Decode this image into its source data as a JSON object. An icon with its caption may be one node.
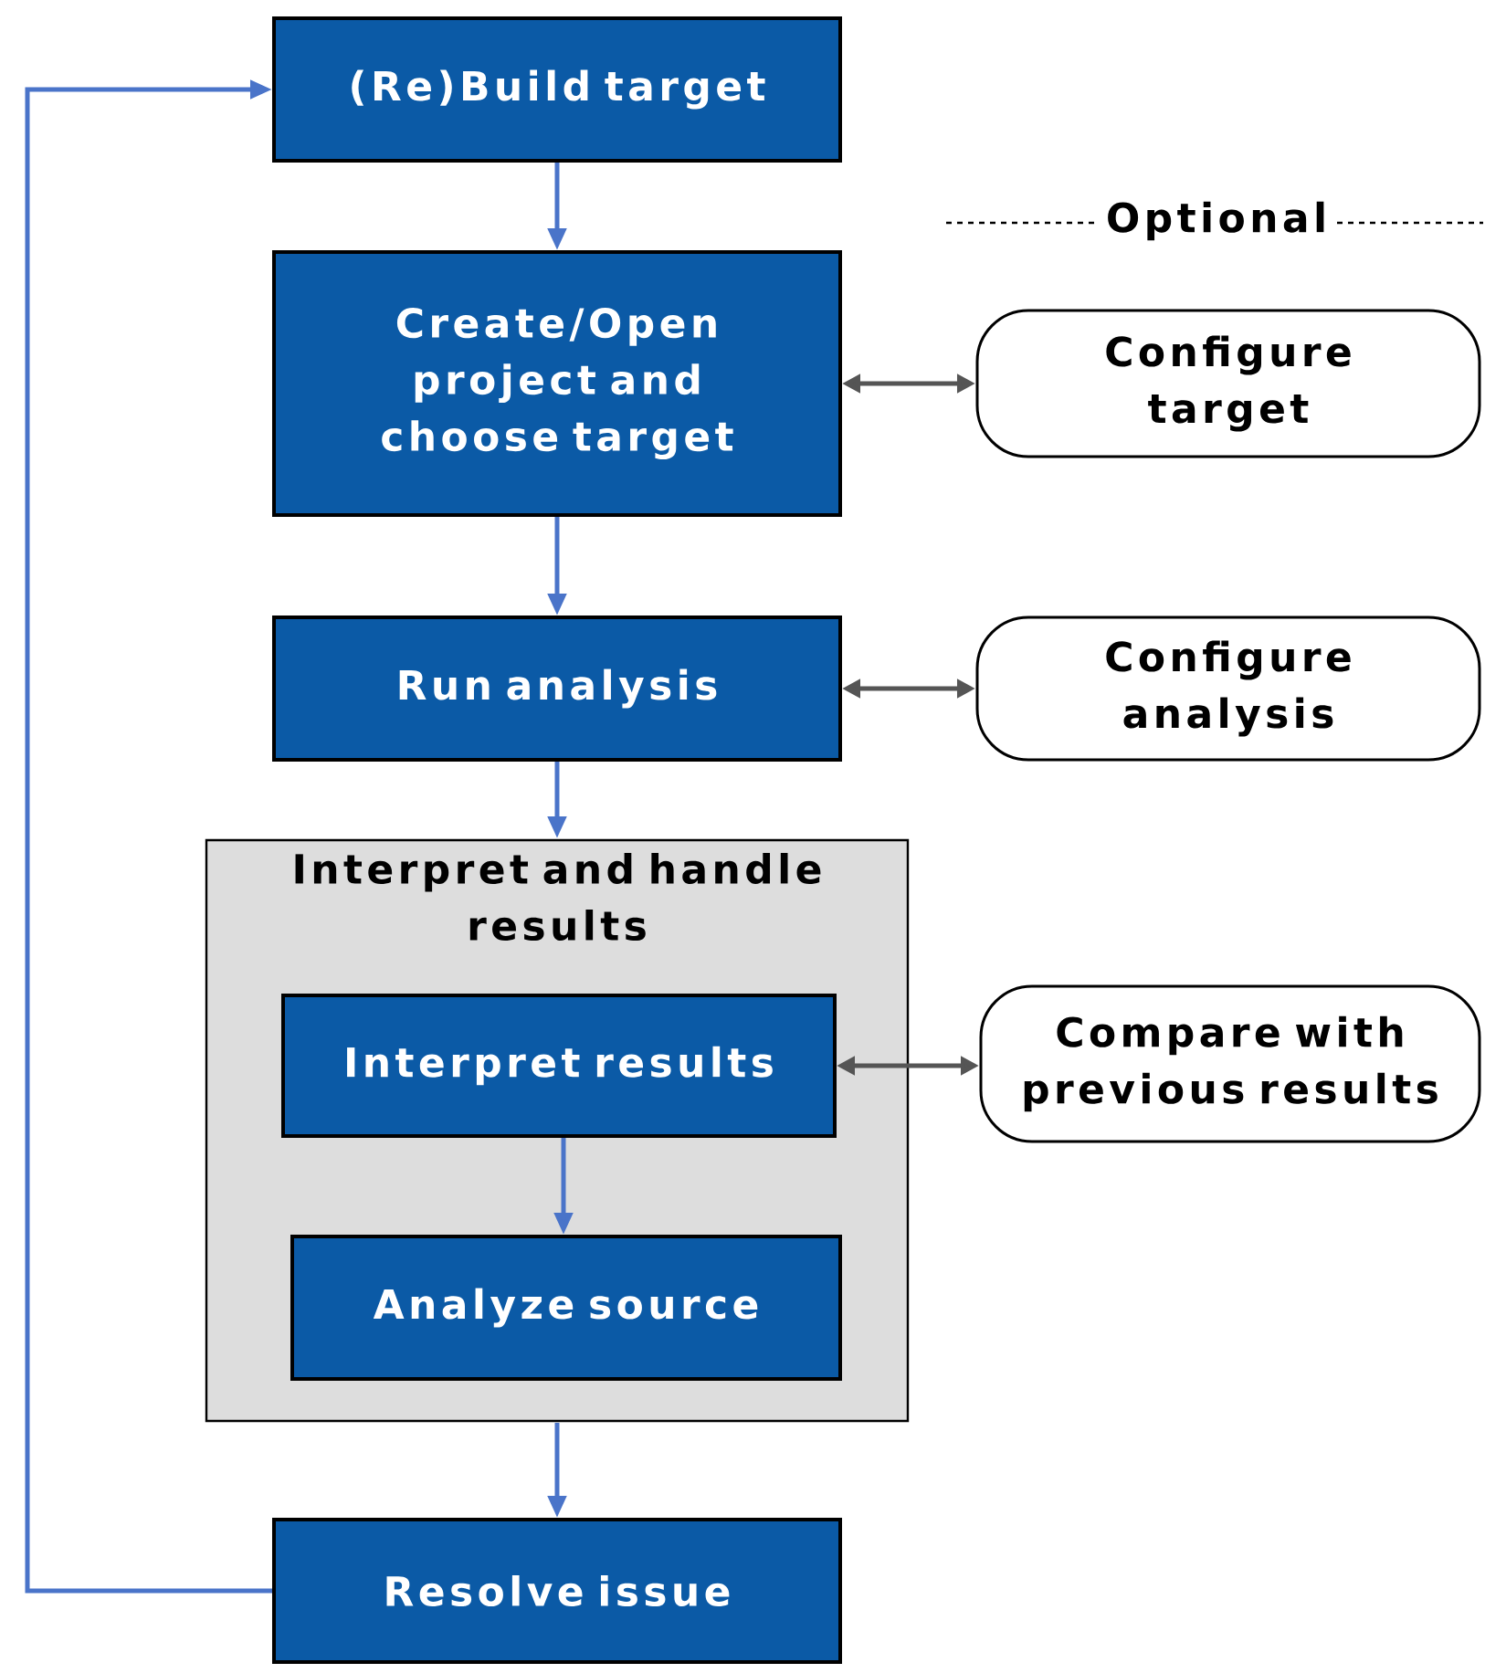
{
  "diagram": {
    "nodes": [
      {
        "text": [
          "(Re)Build target"
        ]
      },
      {
        "text": [
          "Create/Open project and choose target"
        ]
      },
      {
        "text": [
          "Configure target"
        ]
      },
      {
        "text": [
          "Run analysis"
        ]
      },
      {
        "text": [
          "Configure analysis"
        ]
      },
      {
        "text": [
          "Interpret and handle results"
        ]
      },
      {
        "text": [
          "Interpret results"
        ],
        "in": 5
      },
      {
        "text": [
          "Compare with previous results"
        ]
      },
      {
        "text": [
          "Analyze source"
        ],
        "in": 5
      },
      {
        "text": [
          "Resolve issue"
        ]
      }
    ],
    "edges": [
      {
        "from": 0,
        "to": 1,
        "arrow": "to"
      },
      {
        "from": 1,
        "to": 2,
        "arrow": "both",
        "color": "#555555"
      },
      {
        "from": 1,
        "to": 3,
        "arrow": "to"
      },
      {
        "from": 3,
        "to": 4,
        "arrow": "both",
        "color": "#555555"
      },
      {
        "from": 3,
        "to": 5,
        "arrow": "to"
      },
      {
        "from": 6,
        "to": 7,
        "arrow": "both",
        "color": "#555555"
      },
      {
        "from": 6,
        "to": 8,
        "arrow": "to"
      },
      {
        "from": 5,
        "to": 9,
        "arrow": "to"
      },
      {
        "from": 9,
        "to": 0,
        "arrow": "to"
      }
    ],
    "labels": [
      "Optional"
    ]
  }
}
